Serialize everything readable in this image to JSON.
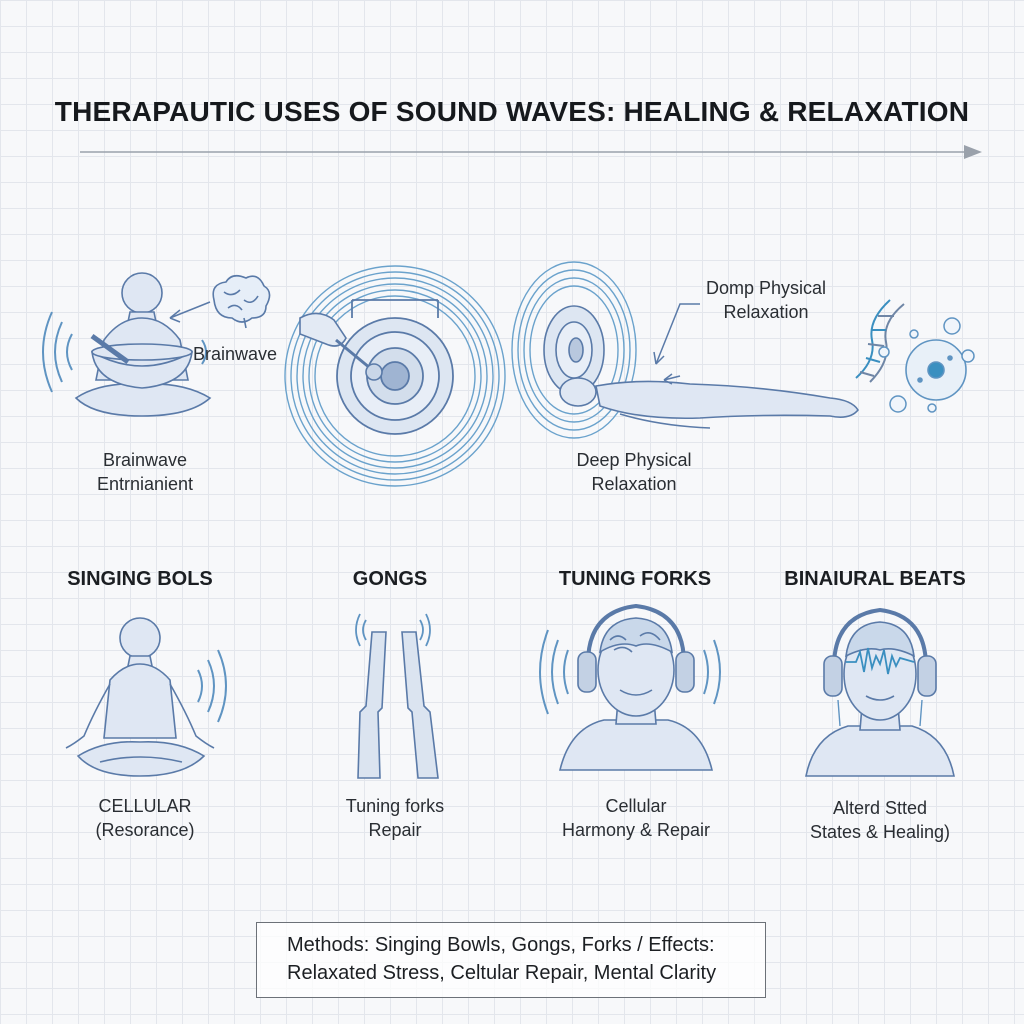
{
  "title": "THERAPAUTIC USES OF SOUND WAVES: HEALING & RELAXATION",
  "top": {
    "brain_label": "Brainwave",
    "caption1": [
      "Brainwave",
      "Entrnianient"
    ],
    "callout": [
      "Domp Physical",
      "Relaxation"
    ],
    "caption2": [
      "Deep Physical",
      "Relaxation"
    ]
  },
  "sections": [
    {
      "heading": "SINGING BOLS",
      "caption": [
        "CELLULAR",
        "(Resorance)"
      ]
    },
    {
      "heading": "GONGS",
      "caption": [
        "Tuning forks",
        "Repair"
      ]
    },
    {
      "heading": "TUNING FORKS",
      "caption": [
        "Cellular",
        "Harmony & Repair"
      ]
    },
    {
      "heading": "BINAIURAL BEATS",
      "caption": [
        "Alterd Stted",
        "States & Healing)"
      ]
    }
  ],
  "summary": {
    "line1": "Methods: Singing Bowls, Gongs, Forks  / Effects:",
    "line2": "Relaxated Stress, Celtular Repair, Mental Clarity"
  },
  "colors": {
    "line": "#5a7aa8",
    "fill": "#dfe7f3",
    "wave": "#5f94c2",
    "accent": "#3a8fc0"
  }
}
